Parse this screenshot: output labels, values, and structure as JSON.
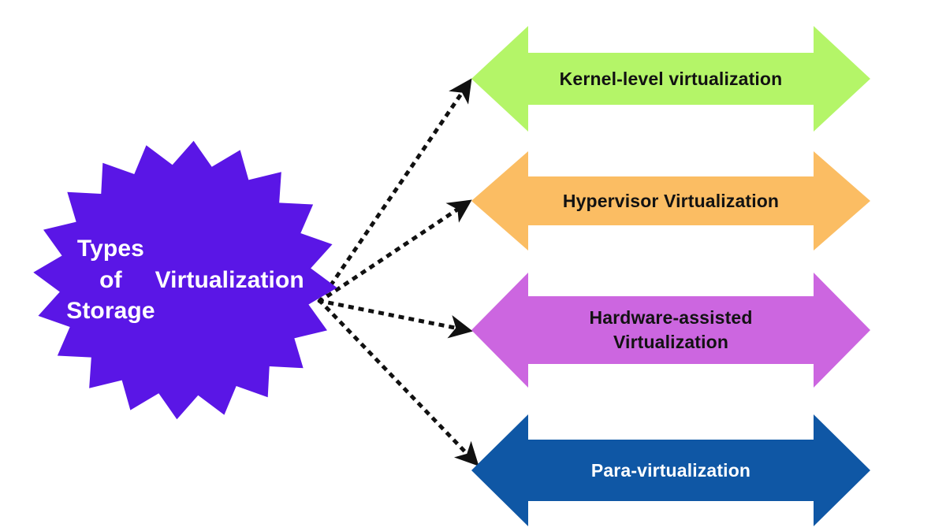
{
  "diagram": {
    "center": {
      "label": "Types of Storage Virtualization",
      "line1": "Types of Storage",
      "line2": "Virtualization",
      "shape": "starburst",
      "fill_color": "#5a16e6",
      "text_color": "#ffffff"
    },
    "connector": {
      "style": "dotted",
      "color": "#111111",
      "head": "arrow",
      "count": 4
    },
    "branches": [
      {
        "label": "Kernel-level virtualization",
        "shape": "double-headed-arrow",
        "fill_color": "#b4f568",
        "text_color": "#121212"
      },
      {
        "label": "Hypervisor Virtualization",
        "shape": "double-headed-arrow",
        "fill_color": "#fbbd63",
        "text_color": "#121212"
      },
      {
        "label": "Hardware-assisted\nVirtualization",
        "shape": "double-headed-arrow",
        "fill_color": "#cc66e0",
        "text_color": "#121212"
      },
      {
        "label": "Para-virtualization",
        "shape": "double-headed-arrow",
        "fill_color": "#0f57a5",
        "text_color": "#ffffff"
      }
    ]
  }
}
